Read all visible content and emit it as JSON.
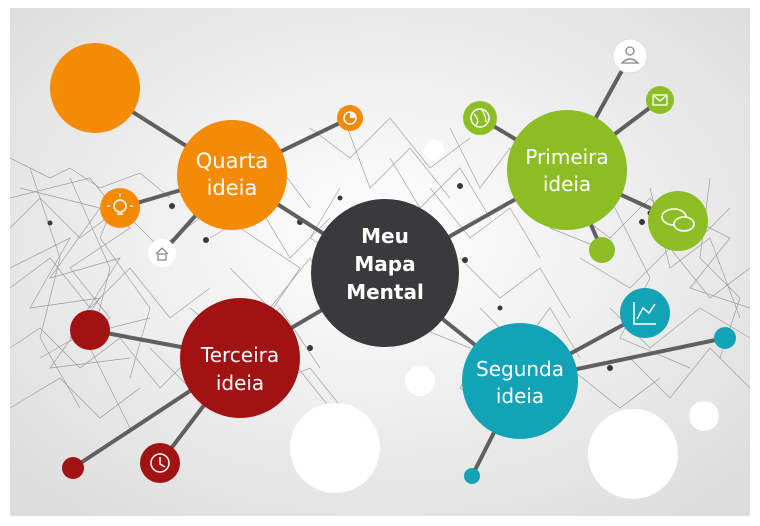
{
  "colors": {
    "background": "#eeeeee",
    "center": "#3a3a3c",
    "orange": "#f58a07",
    "green": "#8cbd25",
    "teal": "#12a3b6",
    "red": "#a11212",
    "network": "#8a8a8a"
  },
  "center": {
    "line1": "Meu",
    "line2": "Mapa",
    "line3": "Mental"
  },
  "branches": {
    "primeira": {
      "line1": "Primeira",
      "line2": "ideia"
    },
    "segunda": {
      "line1": "Segunda",
      "line2": "ideia"
    },
    "terceira": {
      "line1": "Terceira",
      "line2": "ideia"
    },
    "quarta": {
      "line1": "Quarta",
      "line2": "ideia"
    }
  },
  "icons": [
    "user-icon",
    "mail-icon",
    "globe-icon",
    "chat-icon",
    "chart-icon",
    "clock-icon",
    "home-icon",
    "lightbulb-icon",
    "pie-chart-icon"
  ]
}
